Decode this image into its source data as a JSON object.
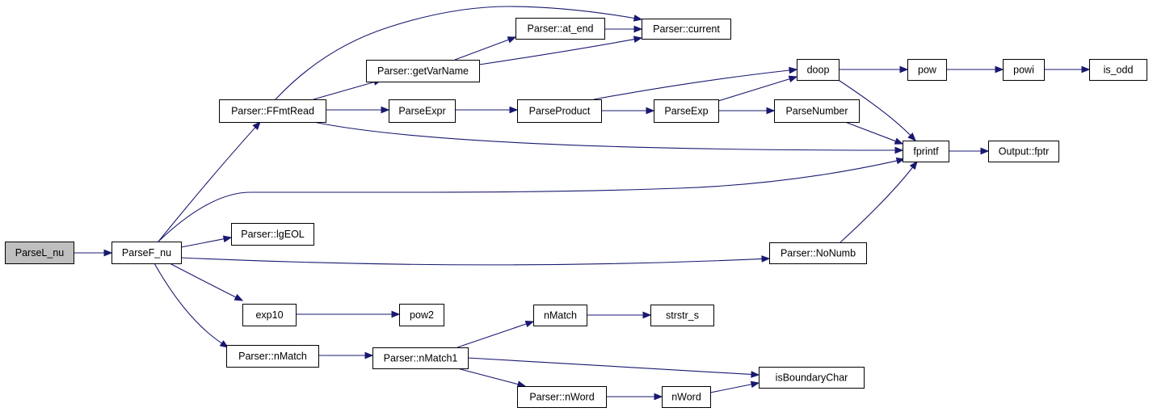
{
  "graph": {
    "type": "call-graph",
    "colors": {
      "edge": "#191970",
      "node_fill": "#ffffff",
      "root_fill": "#bfbfbf",
      "node_border": "#000000"
    },
    "root": "ParseL_nu",
    "nodes": [
      {
        "id": "ParseL_nu",
        "label": "ParseL_nu"
      },
      {
        "id": "ParseF_nu",
        "label": "ParseF_nu"
      },
      {
        "id": "FFmtRead",
        "label": "Parser::FFmtRead"
      },
      {
        "id": "lgEOL",
        "label": "Parser::lgEOL"
      },
      {
        "id": "exp10",
        "label": "exp10"
      },
      {
        "id": "P_nMatch",
        "label": "Parser::nMatch"
      },
      {
        "id": "getVarName",
        "label": "Parser::getVarName"
      },
      {
        "id": "ParseExpr",
        "label": "ParseExpr"
      },
      {
        "id": "pow2",
        "label": "pow2"
      },
      {
        "id": "nMatch1",
        "label": "Parser::nMatch1"
      },
      {
        "id": "at_end",
        "label": "Parser::at_end"
      },
      {
        "id": "ParseProduct",
        "label": "ParseProduct"
      },
      {
        "id": "nMatch",
        "label": "nMatch"
      },
      {
        "id": "P_nWord",
        "label": "Parser::nWord"
      },
      {
        "id": "current",
        "label": "Parser::current"
      },
      {
        "id": "ParseExp",
        "label": "ParseExp"
      },
      {
        "id": "strstr_s",
        "label": "strstr_s"
      },
      {
        "id": "nWord",
        "label": "nWord"
      },
      {
        "id": "NoNumb",
        "label": "Parser::NoNumb"
      },
      {
        "id": "isBoundaryChar",
        "label": "isBoundaryChar"
      },
      {
        "id": "ParseNumber",
        "label": "ParseNumber"
      },
      {
        "id": "doop",
        "label": "doop"
      },
      {
        "id": "pow",
        "label": "pow"
      },
      {
        "id": "fprintf",
        "label": "fprintf"
      },
      {
        "id": "powi",
        "label": "powi"
      },
      {
        "id": "fptr",
        "label": "Output::fptr"
      },
      {
        "id": "is_odd",
        "label": "is_odd"
      }
    ],
    "edges": [
      {
        "from": "ParseL_nu",
        "to": "ParseF_nu"
      },
      {
        "from": "ParseF_nu",
        "to": "FFmtRead"
      },
      {
        "from": "ParseF_nu",
        "to": "lgEOL"
      },
      {
        "from": "ParseF_nu",
        "to": "exp10"
      },
      {
        "from": "ParseF_nu",
        "to": "P_nMatch"
      },
      {
        "from": "ParseF_nu",
        "to": "fprintf"
      },
      {
        "from": "ParseF_nu",
        "to": "NoNumb"
      },
      {
        "from": "FFmtRead",
        "to": "current"
      },
      {
        "from": "FFmtRead",
        "to": "getVarName"
      },
      {
        "from": "FFmtRead",
        "to": "ParseExpr"
      },
      {
        "from": "FFmtRead",
        "to": "fprintf"
      },
      {
        "from": "getVarName",
        "to": "at_end"
      },
      {
        "from": "getVarName",
        "to": "current"
      },
      {
        "from": "at_end",
        "to": "current"
      },
      {
        "from": "ParseExpr",
        "to": "ParseProduct"
      },
      {
        "from": "ParseProduct",
        "to": "doop"
      },
      {
        "from": "ParseProduct",
        "to": "ParseExp"
      },
      {
        "from": "ParseExp",
        "to": "doop"
      },
      {
        "from": "ParseExp",
        "to": "ParseNumber"
      },
      {
        "from": "ParseNumber",
        "to": "fprintf"
      },
      {
        "from": "doop",
        "to": "pow"
      },
      {
        "from": "doop",
        "to": "fprintf"
      },
      {
        "from": "pow",
        "to": "powi"
      },
      {
        "from": "powi",
        "to": "is_odd"
      },
      {
        "from": "fprintf",
        "to": "fptr"
      },
      {
        "from": "NoNumb",
        "to": "fprintf"
      },
      {
        "from": "exp10",
        "to": "pow2"
      },
      {
        "from": "P_nMatch",
        "to": "nMatch1"
      },
      {
        "from": "nMatch1",
        "to": "nMatch"
      },
      {
        "from": "nMatch1",
        "to": "isBoundaryChar"
      },
      {
        "from": "nMatch1",
        "to": "P_nWord"
      },
      {
        "from": "nMatch",
        "to": "strstr_s"
      },
      {
        "from": "P_nWord",
        "to": "nWord"
      },
      {
        "from": "nWord",
        "to": "isBoundaryChar"
      }
    ]
  }
}
